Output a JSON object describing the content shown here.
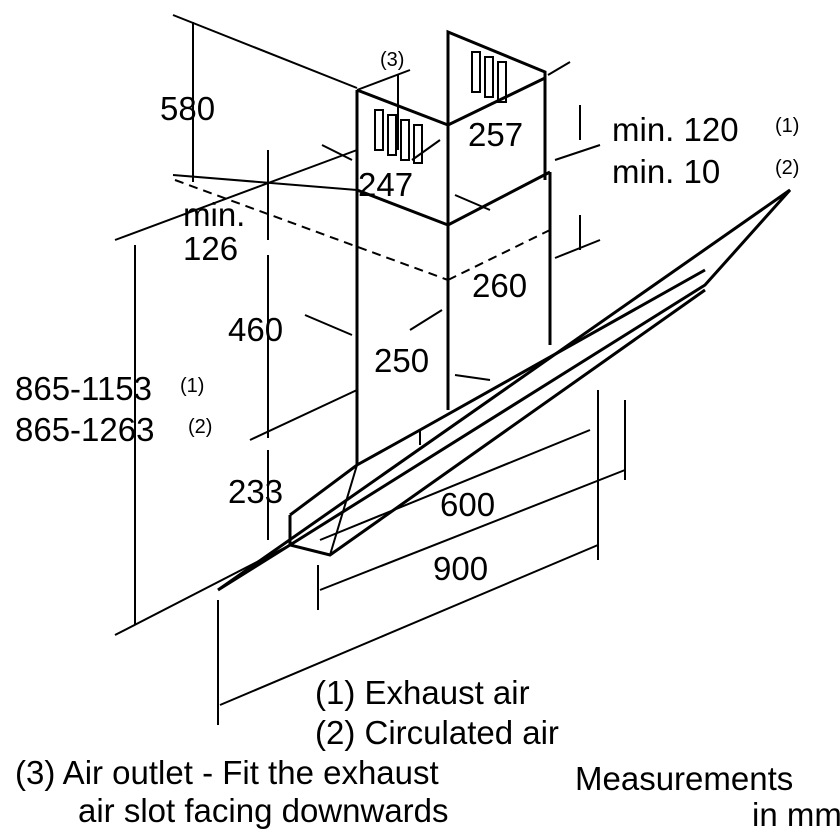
{
  "dimensions": {
    "d580": "580",
    "outlet_ref": "(3)",
    "d257": "257",
    "d247": "247",
    "min120": "min. 120",
    "min120_ref": "(1)",
    "min10": "min. 10",
    "min10_ref": "(2)",
    "min_label": "min.",
    "d126": "126",
    "d260": "260",
    "d460": "460",
    "d250": "250",
    "h_exhaust": "865-1153",
    "h_exhaust_ref": "(1)",
    "h_circ": "865-1263",
    "h_circ_ref": "(2)",
    "d233": "233",
    "d600": "600",
    "d900": "900"
  },
  "legend": {
    "item1": "(1) Exhaust air",
    "item2": "(2) Circulated air",
    "item3_line1": "(3) Air outlet - Fit the exhaust",
    "item3_line2": "air slot facing downwards",
    "units_line1": "Measurements",
    "units_line2": "in mm"
  }
}
